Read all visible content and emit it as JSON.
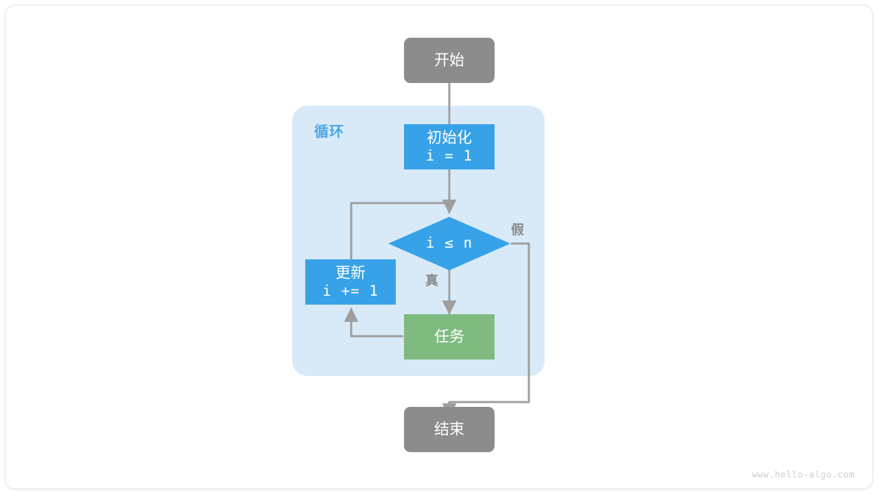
{
  "diagram": {
    "kind": "flowchart",
    "watermark": "www.hello-algo.com",
    "colors": {
      "terminal_gray": "#8C8C8C",
      "process_blue": "#37A2E8",
      "task_green": "#7FBB80",
      "loop_container": "#D8EAF8",
      "edge_gray": "#9E9E9E",
      "label_gray": "#888888",
      "canvas_white": "#FFFFFF"
    },
    "loop_group": {
      "title": "循环"
    },
    "nodes": {
      "start": {
        "text": "开始",
        "shape": "rounded-rect",
        "color": "terminal_gray"
      },
      "init": {
        "line1": "初始化",
        "line2": "i = 1",
        "shape": "rect",
        "color": "process_blue"
      },
      "condition": {
        "text": "i ≤ n",
        "shape": "diamond",
        "color": "process_blue"
      },
      "update": {
        "line1": "更新",
        "line2": "i += 1",
        "shape": "rect",
        "color": "process_blue"
      },
      "task": {
        "text": "任务",
        "shape": "rect",
        "color": "task_green"
      },
      "end": {
        "text": "结束",
        "shape": "rounded-rect",
        "color": "terminal_gray"
      }
    },
    "edge_labels": {
      "true_branch": "真",
      "false_branch": "假"
    }
  }
}
